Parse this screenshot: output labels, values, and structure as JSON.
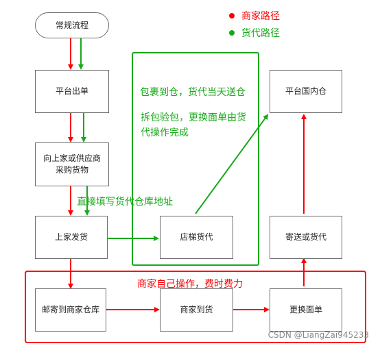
{
  "legend": {
    "merchant_route": {
      "label": "商家路径",
      "color": "#ff0000"
    },
    "agent_route": {
      "label": "货代路径",
      "color": "#18a818"
    }
  },
  "nodes": {
    "regular_process": "常规流程",
    "platform_order": "平台出单",
    "purchase_goods": "向上家或供应商采购货物",
    "supplier_ship": "上家发货",
    "mail_to_warehouse": "邮寄到商家仓库",
    "merchant_receive": "商家到货",
    "replace_waybill": "更换面单",
    "ship_or_agent": "寄送或货代",
    "domestic_warehouse": "平台国内仓",
    "store_agent": "店梯货代"
  },
  "annotations": {
    "direct_fill_address": "直接填写货代仓库地址",
    "package_to_warehouse": "包裹到仓，货代当天送仓",
    "unpack_inspect": "拆包验包，更换面单由货代操作完成",
    "merchant_self_operate": "商家自己操作，费时费力"
  },
  "colors": {
    "red": "#ff0000",
    "green": "#18a818",
    "gray_arrow": "#555555"
  },
  "watermark": "CSDN @LiangZai945233"
}
